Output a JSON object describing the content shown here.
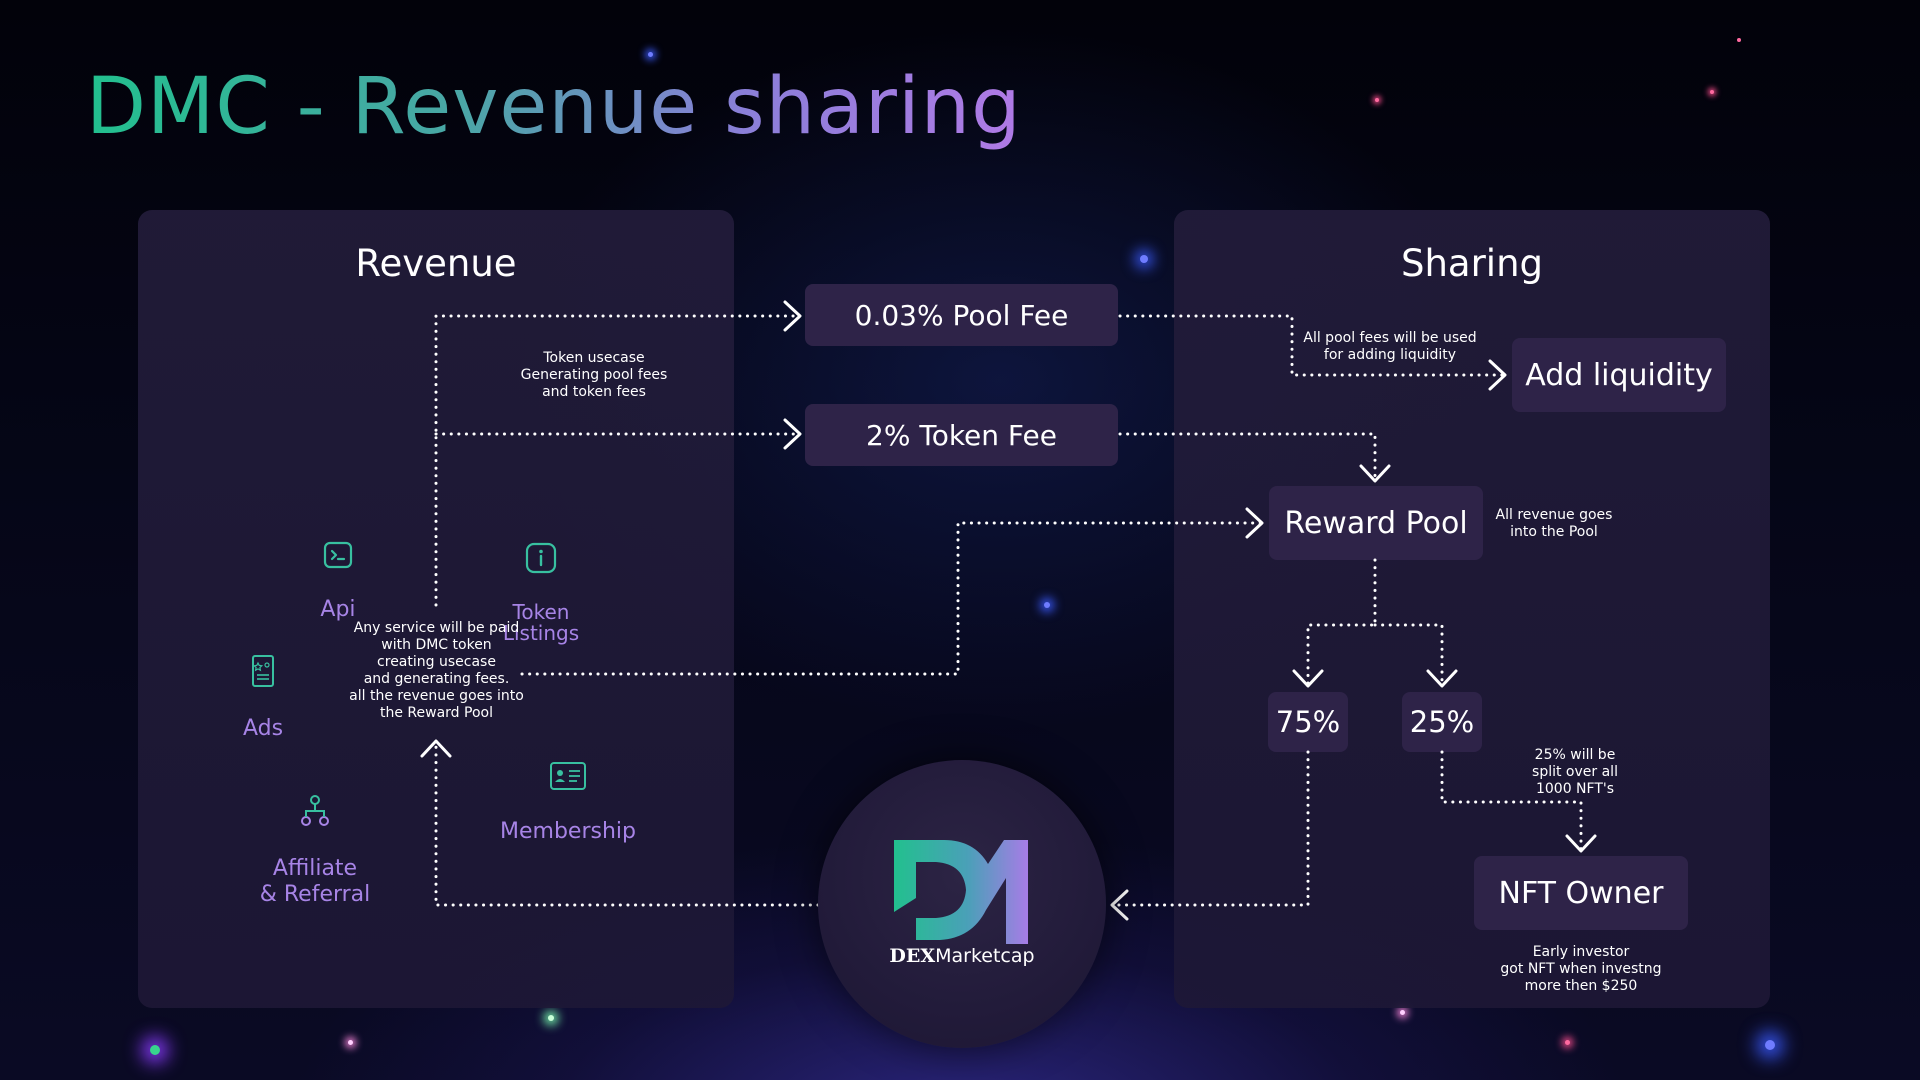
{
  "title": "DMC - Revenue sharing",
  "revenue_panel": {
    "title": "Revenue",
    "services": {
      "api": "Api",
      "token_listings": "Token\nListings",
      "ads": "Ads",
      "membership": "Membership",
      "affiliate": "Affiliate\n& Referral"
    },
    "service_note": "Any service will be paid\nwith DMC token\ncreating usecase\nand generating fees.\nall the revenue goes into\nthe Reward Pool",
    "token_usecase_note": "Token usecase\nGenerating pool fees\nand token fees"
  },
  "fees": {
    "pool_fee": "0.03% Pool Fee",
    "token_fee": "2% Token Fee"
  },
  "sharing_panel": {
    "title": "Sharing",
    "add_liquidity": "Add liquidity",
    "add_liquidity_note": "All pool fees will be used\nfor adding liquidity",
    "reward_pool": "Reward Pool",
    "reward_pool_note": "All revenue goes\ninto the Pool",
    "split_75": "75%",
    "split_25": "25%",
    "split_25_note": "25% will be\nsplit over all\n1000 NFT's",
    "nft_owner": "NFT Owner",
    "nft_owner_note": "Early investor\ngot NFT when investng\nmore then $250"
  },
  "logo": {
    "brand_bold": "DEX",
    "brand_rest": "Marketcap"
  },
  "colors": {
    "title_start": "#22c08e",
    "title_end": "#b07ae6",
    "service_label": "#a784e6",
    "box": "#2e2348",
    "panel": "#221c3a"
  },
  "icons": {
    "api": "terminal-icon",
    "token_listings": "info-icon",
    "ads": "document-icon",
    "membership": "id-card-icon",
    "affiliate": "network-icon"
  }
}
